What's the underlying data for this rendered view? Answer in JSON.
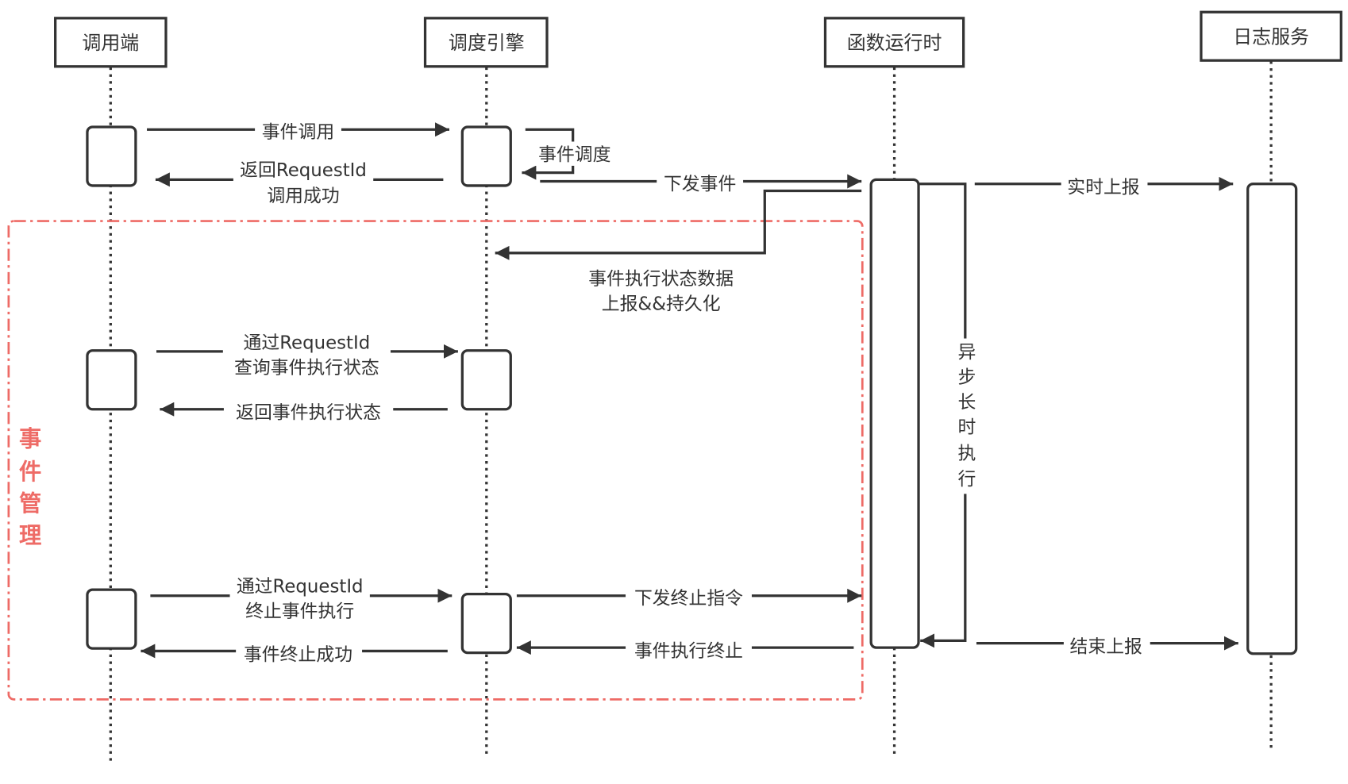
{
  "participants": [
    "调用端",
    "调度引擎",
    "函数运行时",
    "日志服务"
  ],
  "messages": {
    "invoke": "事件调用",
    "return_id_1": "返回RequestId",
    "return_id_2": "调用成功",
    "schedule": "事件调度",
    "dispatch": "下发事件",
    "report_1": "事件执行状态数据",
    "report_2": "上报&&持久化",
    "query_1": "通过RequestId",
    "query_2": "查询事件执行状态",
    "query_return": "返回事件执行状态",
    "stop_1": "通过RequestId",
    "stop_2": "终止事件执行",
    "stop_success": "事件终止成功",
    "stop_cmd": "下发终止指令",
    "exec_stopped": "事件执行终止",
    "realtime_report": "实时上报",
    "end_report": "结束上报",
    "async_exec": [
      "异",
      "步",
      "长",
      "时",
      "执",
      "行"
    ]
  },
  "group": {
    "label": [
      "事",
      "件",
      "管",
      "理"
    ],
    "color": "#ee6b66"
  }
}
